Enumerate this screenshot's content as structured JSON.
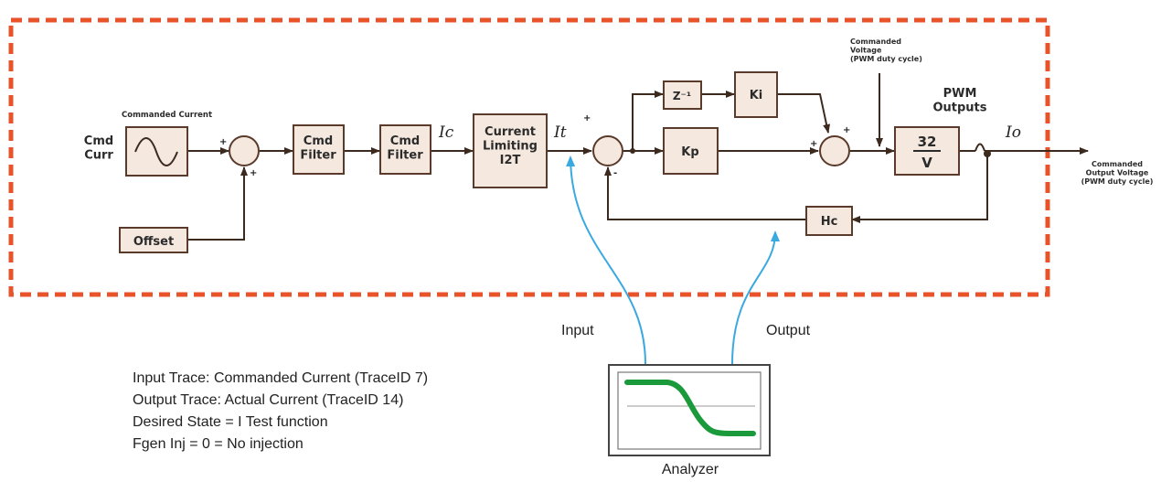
{
  "blocks": {
    "cmd_curr": "Cmd\nCurr",
    "commanded_current": "Commanded Current",
    "offset": "Offset",
    "cmd_filter_1": "Cmd\nFilter",
    "cmd_filter_2": "Cmd\nFilter",
    "current_limiting": "Current\nLimiting\nI2T",
    "z_inv": "Z⁻¹",
    "ki": "Ki",
    "kp": "Kp",
    "hc": "Hc",
    "pwm_gain_num": "32",
    "pwm_gain_den": "V",
    "pwm_outputs": "PWM\nOutputs",
    "commanded_voltage": "Commanded\nVoltage\n(PWM duty cycle)",
    "commanded_output_voltage": "Commanded\nOutput Voltage\n(PWM duty cycle)"
  },
  "signals": {
    "ic": "Ic",
    "it": "It",
    "io": "Io"
  },
  "analyzer": {
    "label": "Analyzer",
    "input_label": "Input",
    "output_label": "Output"
  },
  "notes": [
    "Input Trace: Commanded Current (TraceID 7)",
    "Output Trace: Actual Current (TraceID 14)",
    "Desired State = I Test function",
    "Fgen Inj = 0 = No injection"
  ],
  "colors": {
    "boundary": "#e8532a",
    "probe": "#3aa9e0",
    "trace": "#1a9a3a",
    "block_fill": "#f5e8df",
    "block_stroke": "#5a3a2a"
  }
}
